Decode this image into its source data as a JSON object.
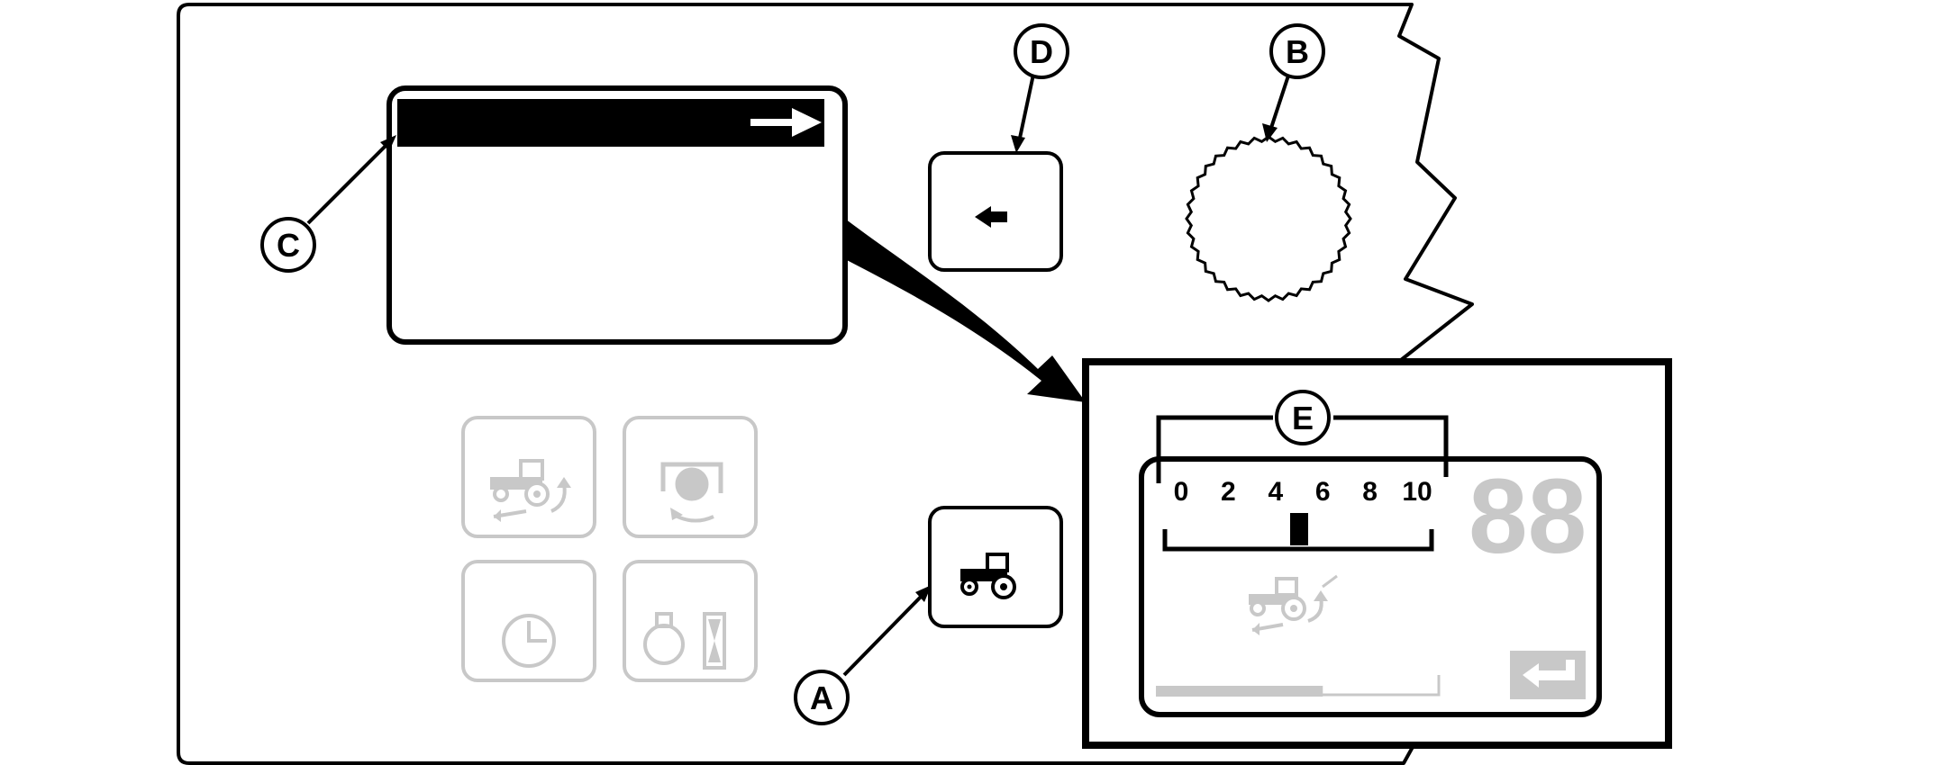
{
  "callouts": {
    "a": "A",
    "b": "B",
    "c": "C",
    "d": "D",
    "e": "E"
  },
  "display": {
    "scale_ticks": [
      "0",
      "2",
      "4",
      "6",
      "8",
      "10"
    ],
    "indicator_value": 5,
    "scale_range": [
      0,
      10
    ],
    "readout": "88",
    "progress_fraction": 0.59
  },
  "icons": {
    "back_button": "back-arrow-icon",
    "knob": "rotary-knob",
    "tractor_button": "tractor-icon",
    "ghost_buttons": [
      "tractor-turn-icon",
      "rotary-dial-icon",
      "clock-icon",
      "engine-hourglass-icon"
    ],
    "screen_arrow": "right-arrow-icon",
    "display_return": "return-arrow-icon"
  },
  "colors": {
    "ink": "#000000",
    "ghost": "#c8c8c8",
    "background": "#ffffff"
  }
}
